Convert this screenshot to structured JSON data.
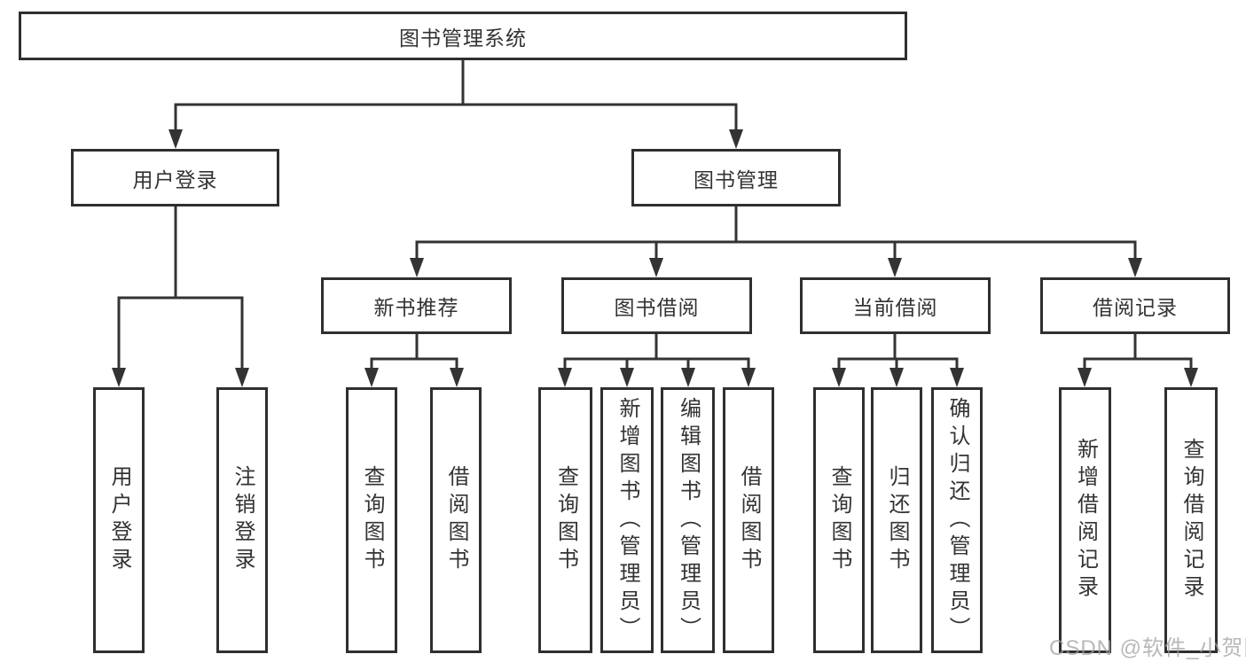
{
  "diagram": {
    "root": {
      "label": "图书管理系统"
    },
    "user_login": {
      "label": "用户登录",
      "children": [
        {
          "label": "用户登录"
        },
        {
          "label": "注销登录"
        }
      ]
    },
    "book_mgmt": {
      "label": "图书管理"
    },
    "new_book": {
      "label": "新书推荐",
      "children": [
        {
          "label": "查询图书"
        },
        {
          "label": "借阅图书"
        }
      ]
    },
    "book_borrow": {
      "label": "图书借阅",
      "children": [
        {
          "label": "查询图书"
        },
        {
          "label": "新增图书（管理员）"
        },
        {
          "label": "编辑图书（管理员）"
        },
        {
          "label": "借阅图书"
        }
      ]
    },
    "current_borrow": {
      "label": "当前借阅",
      "children": [
        {
          "label": "查询图书"
        },
        {
          "label": "归还图书"
        },
        {
          "label": "确认归还（管理员）"
        }
      ]
    },
    "borrow_record": {
      "label": "借阅记录",
      "children": [
        {
          "label": "新增借阅记录"
        },
        {
          "label": "查询借阅记录"
        }
      ]
    }
  },
  "watermark": {
    "text": "CSDN @软件_小贺同学"
  },
  "colors": {
    "line": "#333333",
    "box_border": "#2f2f2f",
    "text": "#333333",
    "watermark": "#a0a0a0",
    "background": "#ffffff"
  }
}
